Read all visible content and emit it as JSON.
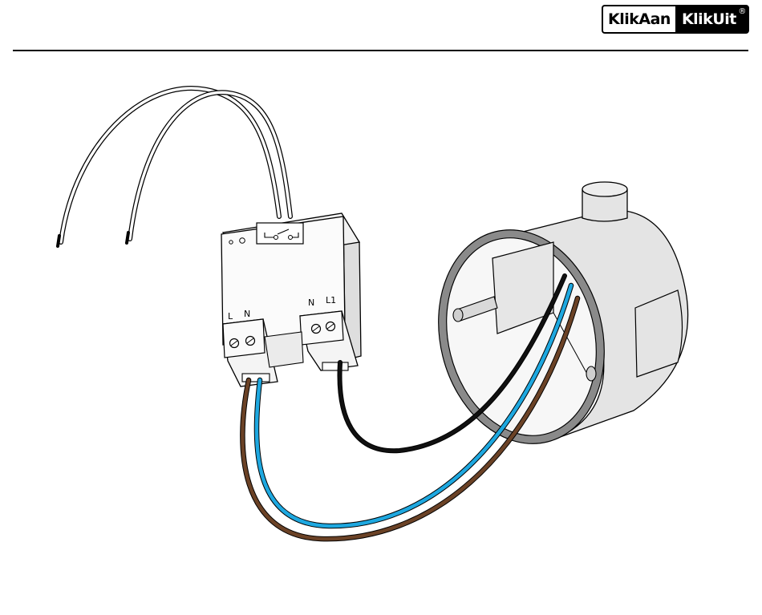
{
  "header": {
    "logo_left": "KlikAan",
    "logo_right": "KlikUit",
    "logo_reg": "®"
  },
  "module": {
    "terminals_left": [
      "L",
      "N"
    ],
    "terminals_right": [
      "N",
      "L1"
    ]
  },
  "colors": {
    "brown": "#6b4226",
    "blue": "#1ea8e0",
    "black": "#111111",
    "box_fill": "#e4e4e4",
    "outline": "#000000"
  }
}
